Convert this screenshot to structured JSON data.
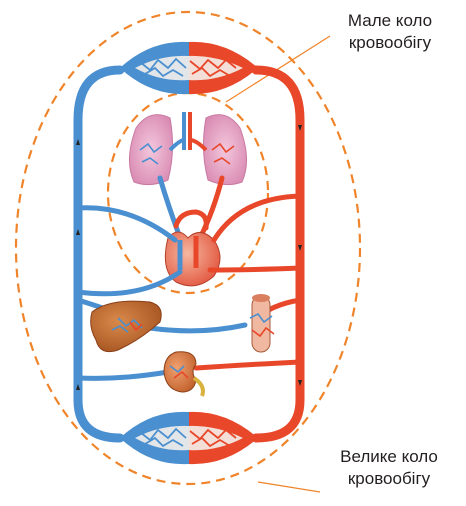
{
  "labels": {
    "pulmonary": {
      "line1": "Мале коло",
      "line2": "кровообігу"
    },
    "systemic": {
      "line1": "Велике коло",
      "line2": "кровообігу"
    }
  },
  "colors": {
    "arterial": "#e8472a",
    "venous": "#4a8fd0",
    "dashed_outline": "#f0842a",
    "lung": "#e6a3c4",
    "heart": "#e1523a",
    "liver": "#b6652a",
    "capillary_bg": "#f4f0ea"
  },
  "icons": {
    "heart": "heart-icon",
    "lungs": "lungs-icon",
    "liver": "liver-icon",
    "intestine": "intestine-icon",
    "kidney": "kidney-icon"
  }
}
